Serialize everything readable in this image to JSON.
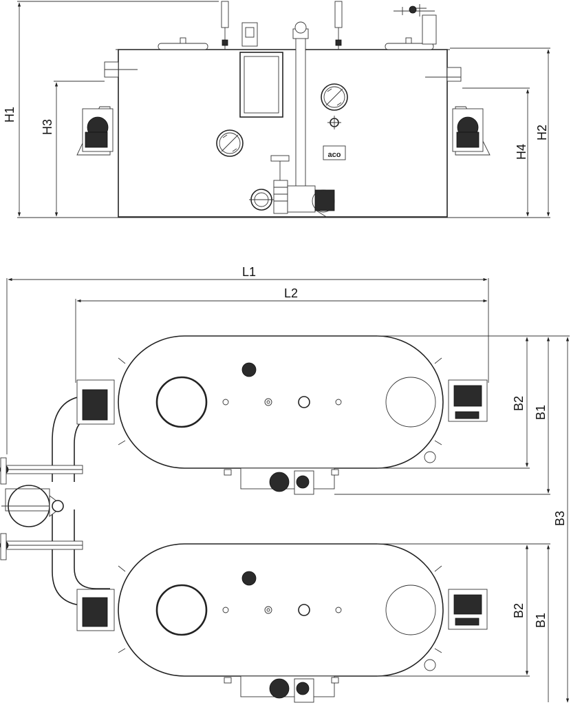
{
  "labels": {
    "H1": "H1",
    "H2": "H2",
    "H3": "H3",
    "H4": "H4",
    "L1": "L1",
    "L2": "L2",
    "B1_top": "B1",
    "B2_top": "B2",
    "B1_bottom": "B1",
    "B2_bottom": "B2",
    "B3": "B3"
  },
  "logo_text": "aco"
}
